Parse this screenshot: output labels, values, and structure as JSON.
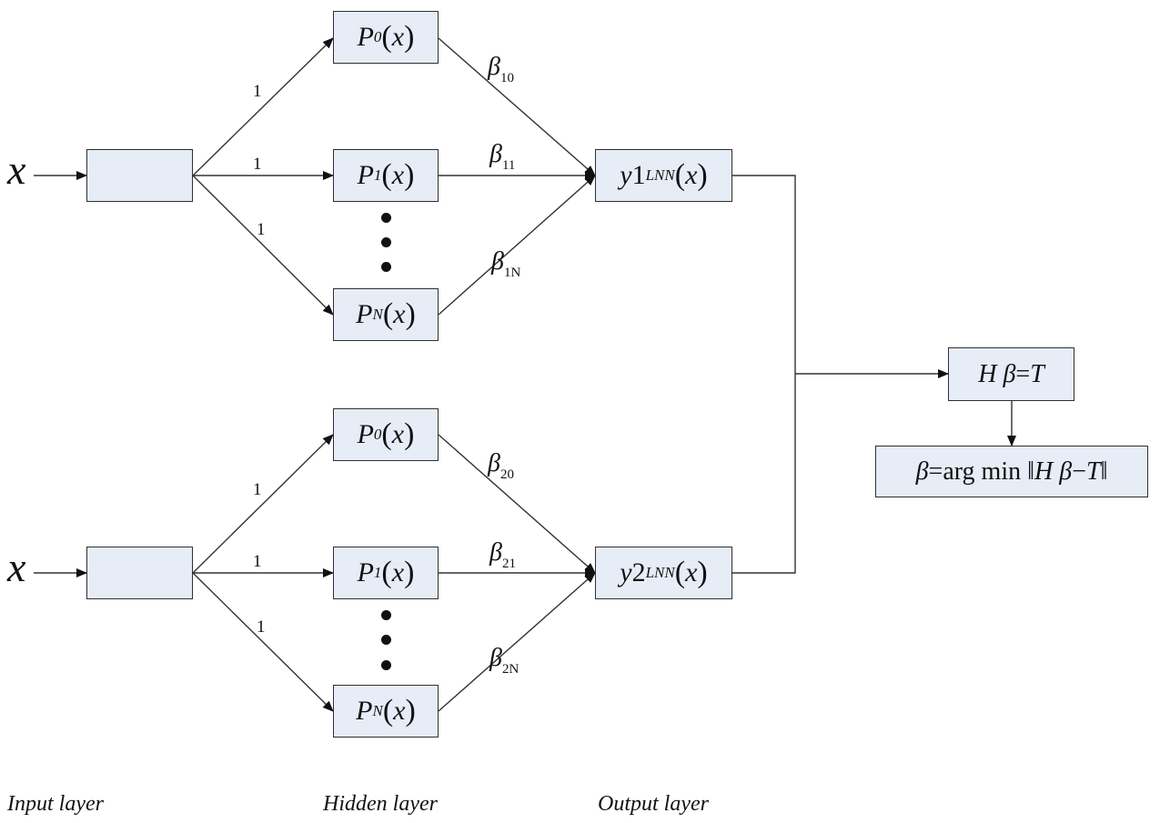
{
  "input": {
    "symbol": "x"
  },
  "hidden_nodes": {
    "p0_symbol": "P",
    "p0_sub": "0",
    "p1_symbol": "P",
    "p1_sub": "1",
    "pn_symbol": "P",
    "pn_sub": "N",
    "arg": "x"
  },
  "weights": {
    "one": "1"
  },
  "betas": {
    "symbol": "β",
    "top": [
      "10",
      "11",
      "1N"
    ],
    "bottom": [
      "20",
      "21",
      "2N"
    ]
  },
  "outputs": {
    "top": {
      "var": "y",
      "num": "1",
      "sub": "LNN",
      "arg": "x"
    },
    "bottom": {
      "var": "y",
      "num": "2",
      "sub": "LNN",
      "arg": "x"
    }
  },
  "equations": {
    "eq1_H": "H",
    "eq1_beta": "β",
    "eq1_eq": "=",
    "eq1_T": "T",
    "eq2_beta": "β",
    "eq2_eq": " = ",
    "eq2_fn": "arg min",
    "eq2_H": "H",
    "eq2_beta2": "β",
    "eq2_minus": " − ",
    "eq2_T": "T"
  },
  "layers": {
    "input": "Input layer",
    "hidden": "Hidden layer",
    "output": "Output layer"
  },
  "colors": {
    "node_fill": "#e6edf7",
    "stroke": "#2f2f2f"
  }
}
